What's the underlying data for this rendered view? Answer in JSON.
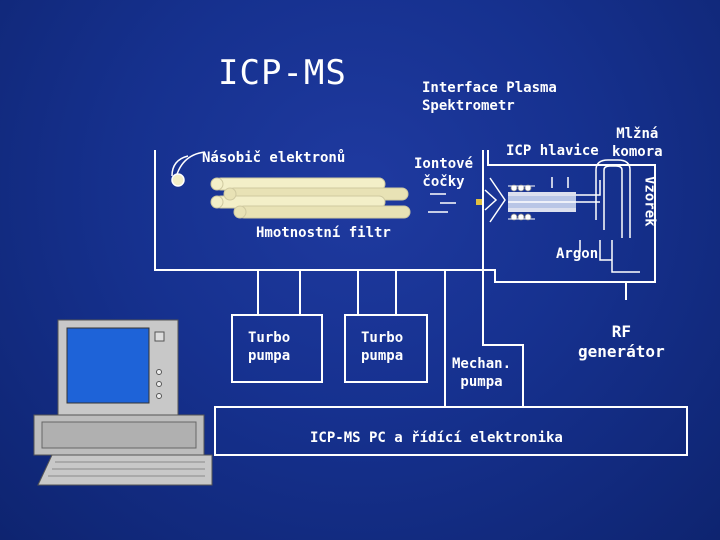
{
  "title": "ICP-MS",
  "labels": {
    "interface": "Interface Plasma\nSpektrometr",
    "multiplier": "Násobič elektronů",
    "ion_lenses": "Iontové\nčočky",
    "icp_torch": "ICP hlavice",
    "spray_chamber": "Mlžná\nkomora",
    "sample": "Vzorek",
    "mass_filter": "Hmotnostní filtr",
    "argon": "Argon",
    "turbo_pump_1": "Turbo\npumpa",
    "turbo_pump_2": "Turbo\npumpa",
    "mech_pump": "Mechan.\npumpa",
    "rf_generator": "RF\ngenerátor",
    "pc": "ICP-MS PC a řídící elektronika"
  },
  "colors": {
    "background": "#16318f",
    "line": "#ffffff",
    "monitor_screen": "#1e63d8",
    "computer_body": "#c8c8c8",
    "rods": "#f3efc8",
    "accent": "#e0c040"
  }
}
